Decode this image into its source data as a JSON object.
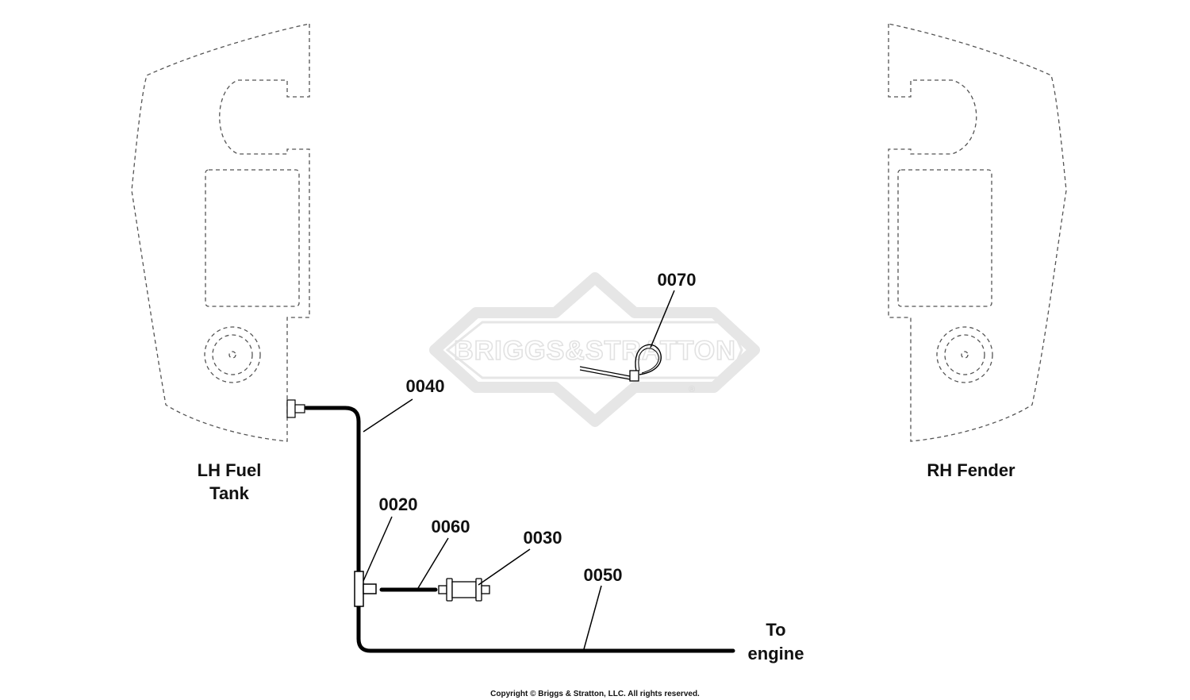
{
  "diagram": {
    "watermark": {
      "text": "BRIGGS&STRATTON",
      "registered": "®"
    },
    "areas": {
      "lh_tank": [
        "LH Fuel",
        "Tank"
      ],
      "rh_fender": "RH Fender",
      "to_engine": [
        "To",
        "engine"
      ]
    },
    "callouts": {
      "p0020": "0020",
      "p0030": "0030",
      "p0040": "0040",
      "p0050": "0050",
      "p0060": "0060",
      "p0070": "0070"
    },
    "copyright": "Copyright © Briggs & Stratton, LLC. All rights reserved."
  }
}
